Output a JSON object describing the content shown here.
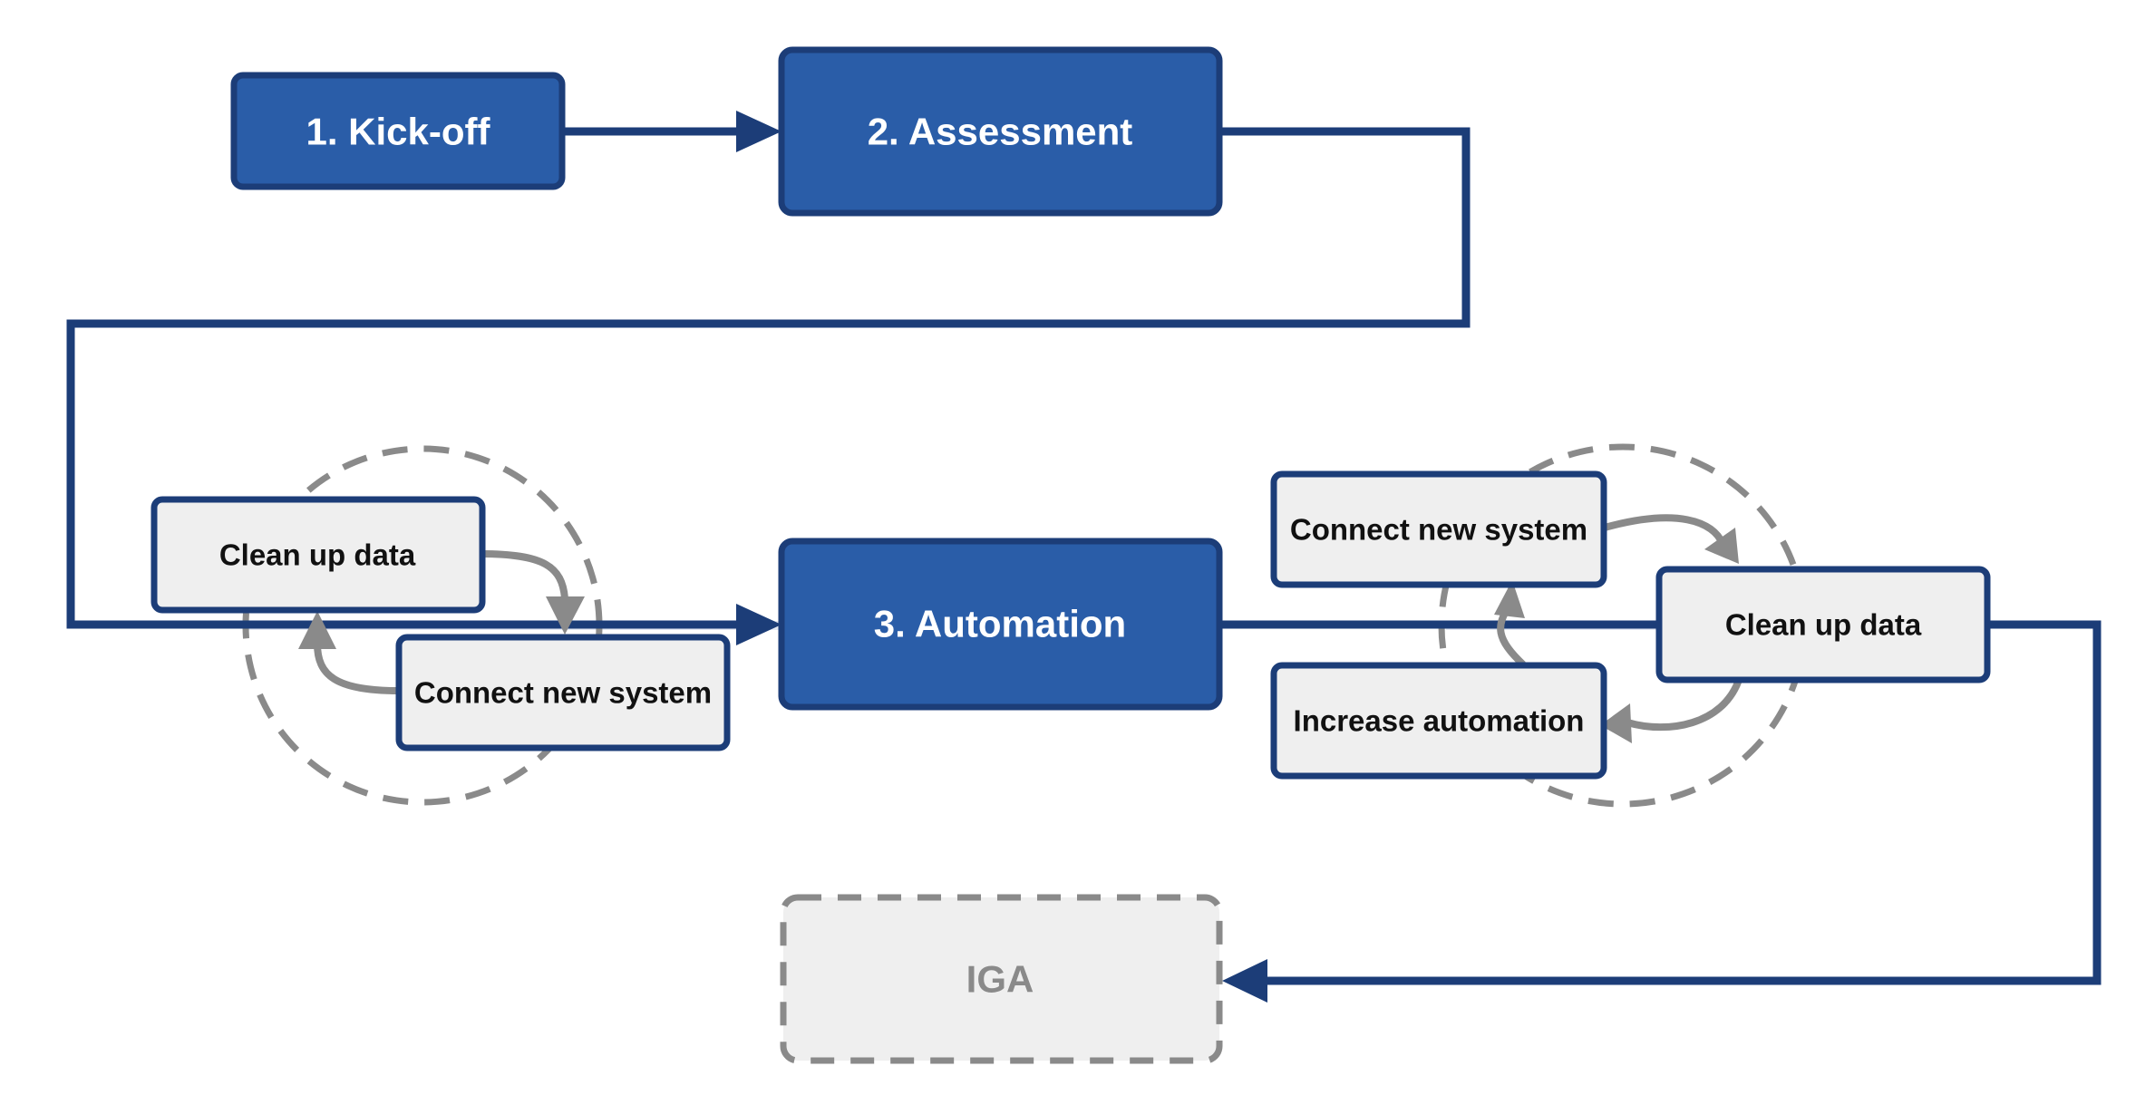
{
  "colors": {
    "primary_fill": "#2a5da8",
    "primary_border": "#1c3d78",
    "connector": "#1c3d78",
    "sub_fill": "#efefef",
    "sub_border": "#1c3d78",
    "loop_gray": "#8a8a8a",
    "faint_line": "#e3e8f2",
    "iga_fill": "#efefef",
    "iga_text": "#8a8a8a"
  },
  "stages": {
    "kickoff": "1. Kick-off",
    "assessment": "2. Assessment",
    "automation": "3. Automation",
    "iga": "IGA"
  },
  "left_loop": {
    "cleanup": "Clean up data",
    "connect": "Connect new system"
  },
  "right_loop": {
    "connect": "Connect new system",
    "cleanup": "Clean up data",
    "increase": "Increase automation"
  }
}
